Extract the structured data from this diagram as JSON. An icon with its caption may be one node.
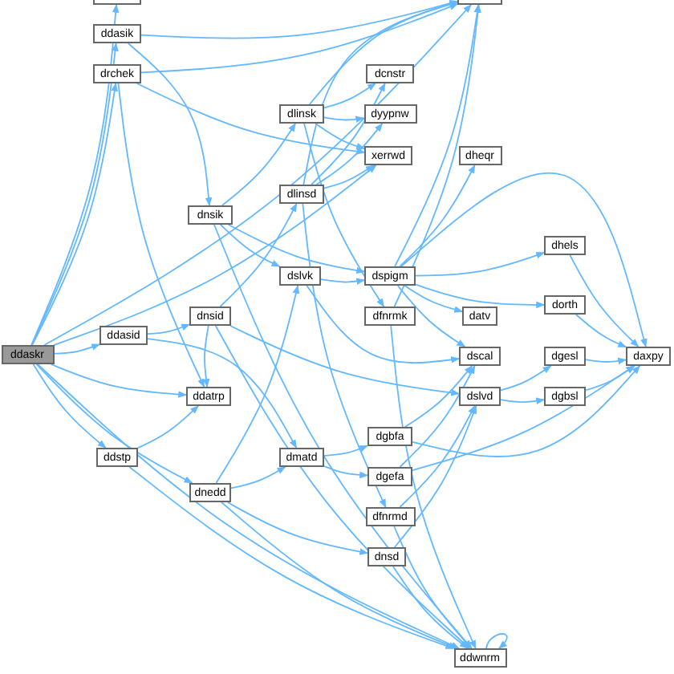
{
  "diagram": {
    "nodes": [
      {
        "text": [
          "ddaskr"
        ]
      },
      {
        "text": [],
        "shape": "box"
      },
      {
        "text": [],
        "shape": "box"
      },
      {
        "text": [
          "ddasik"
        ]
      },
      {
        "text": [
          "drchek"
        ]
      },
      {
        "text": [
          "dnsik"
        ]
      },
      {
        "text": [
          "dlinsk"
        ]
      },
      {
        "text": [
          "dlinsd"
        ]
      },
      {
        "text": [
          "dcnstr"
        ]
      },
      {
        "text": [
          "dyypnw"
        ]
      },
      {
        "text": [
          "xerrwd"
        ]
      },
      {
        "text": [
          "dheqr"
        ]
      },
      {
        "text": [
          "dslvk"
        ]
      },
      {
        "text": [
          "dspigm"
        ]
      },
      {
        "text": [
          "dhels"
        ]
      },
      {
        "text": [
          "dorth"
        ]
      },
      {
        "text": [
          "dfnrmk"
        ]
      },
      {
        "text": [
          "datv"
        ]
      },
      {
        "text": [
          "dscal"
        ]
      },
      {
        "text": [
          "dslvd"
        ]
      },
      {
        "text": [
          "dgesl"
        ]
      },
      {
        "text": [
          "dgbsl"
        ]
      },
      {
        "text": [
          "daxpy"
        ]
      },
      {
        "text": [
          "ddasid"
        ]
      },
      {
        "text": [
          "dnsid"
        ]
      },
      {
        "text": [
          "ddatrp"
        ]
      },
      {
        "text": [
          "ddstp"
        ]
      },
      {
        "text": [
          "dmatd"
        ]
      },
      {
        "text": [
          "dnedd"
        ]
      },
      {
        "text": [
          "dgbfa"
        ]
      },
      {
        "text": [
          "dgefa"
        ]
      },
      {
        "text": [
          "dfnrmd"
        ]
      },
      {
        "text": [
          "dnsd"
        ]
      },
      {
        "text": [
          "ddwnrm"
        ]
      }
    ],
    "edges": [
      {
        "from": 0,
        "to": 1,
        "arrow": "to"
      },
      {
        "from": 0,
        "to": 3,
        "arrow": "to"
      },
      {
        "from": 0,
        "to": 4,
        "arrow": "to"
      },
      {
        "from": 0,
        "to": 2,
        "arrow": "to"
      },
      {
        "from": 0,
        "to": 10,
        "arrow": "to"
      },
      {
        "from": 0,
        "to": 23,
        "arrow": "to"
      },
      {
        "from": 0,
        "to": 25,
        "arrow": "to"
      },
      {
        "from": 0,
        "to": 26,
        "arrow": "to"
      },
      {
        "from": 0,
        "to": 28,
        "arrow": "to"
      },
      {
        "from": 0,
        "to": 33,
        "arrow": "to"
      },
      {
        "from": 3,
        "to": 5,
        "arrow": "to"
      },
      {
        "from": 3,
        "to": 2,
        "arrow": "to"
      },
      {
        "from": 4,
        "to": 25,
        "arrow": "to"
      },
      {
        "from": 4,
        "to": 2,
        "arrow": "to"
      },
      {
        "from": 4,
        "to": 10,
        "arrow": "to"
      },
      {
        "from": 5,
        "to": 6,
        "arrow": "to"
      },
      {
        "from": 5,
        "to": 12,
        "arrow": "to"
      },
      {
        "from": 5,
        "to": 13,
        "arrow": "to"
      },
      {
        "from": 5,
        "to": 33,
        "arrow": "to"
      },
      {
        "from": 6,
        "to": 8,
        "arrow": "to"
      },
      {
        "from": 6,
        "to": 9,
        "arrow": "to"
      },
      {
        "from": 6,
        "to": 10,
        "arrow": "to"
      },
      {
        "from": 6,
        "to": 16,
        "arrow": "to"
      },
      {
        "from": 6,
        "to": 2,
        "arrow": "to"
      },
      {
        "from": 7,
        "to": 8,
        "arrow": "to"
      },
      {
        "from": 7,
        "to": 9,
        "arrow": "to"
      },
      {
        "from": 7,
        "to": 10,
        "arrow": "to"
      },
      {
        "from": 7,
        "to": 31,
        "arrow": "to"
      },
      {
        "from": 7,
        "to": 2,
        "arrow": "to"
      },
      {
        "from": 23,
        "to": 24,
        "arrow": "to"
      },
      {
        "from": 23,
        "to": 27,
        "arrow": "to"
      },
      {
        "from": 24,
        "to": 7,
        "arrow": "to"
      },
      {
        "from": 24,
        "to": 25,
        "arrow": "to"
      },
      {
        "from": 24,
        "to": 19,
        "arrow": "to"
      },
      {
        "from": 24,
        "to": 33,
        "arrow": "to"
      },
      {
        "from": 12,
        "to": 13,
        "arrow": "to"
      },
      {
        "from": 12,
        "to": 18,
        "arrow": "to"
      },
      {
        "from": 13,
        "to": 11,
        "arrow": "to"
      },
      {
        "from": 13,
        "to": 14,
        "arrow": "to"
      },
      {
        "from": 13,
        "to": 15,
        "arrow": "to"
      },
      {
        "from": 13,
        "to": 17,
        "arrow": "to"
      },
      {
        "from": 13,
        "to": 18,
        "arrow": "to"
      },
      {
        "from": 13,
        "to": 2,
        "arrow": "to"
      },
      {
        "from": 13,
        "to": 22,
        "arrow": "to"
      },
      {
        "from": 14,
        "to": 22,
        "arrow": "to"
      },
      {
        "from": 15,
        "to": 22,
        "arrow": "to"
      },
      {
        "from": 16,
        "to": 2,
        "arrow": "to"
      },
      {
        "from": 16,
        "to": 33,
        "arrow": "to"
      },
      {
        "from": 19,
        "to": 20,
        "arrow": "to"
      },
      {
        "from": 19,
        "to": 21,
        "arrow": "to"
      },
      {
        "from": 20,
        "to": 22,
        "arrow": "to"
      },
      {
        "from": 21,
        "to": 22,
        "arrow": "to"
      },
      {
        "from": 26,
        "to": 25,
        "arrow": "to"
      },
      {
        "from": 26,
        "to": 33,
        "arrow": "to"
      },
      {
        "from": 27,
        "to": 29,
        "arrow": "to"
      },
      {
        "from": 27,
        "to": 30,
        "arrow": "to"
      },
      {
        "from": 28,
        "to": 27,
        "arrow": "to"
      },
      {
        "from": 28,
        "to": 12,
        "arrow": "to"
      },
      {
        "from": 28,
        "to": 32,
        "arrow": "to"
      },
      {
        "from": 28,
        "to": 33,
        "arrow": "to"
      },
      {
        "from": 29,
        "to": 18,
        "arrow": "to"
      },
      {
        "from": 29,
        "to": 22,
        "arrow": "to"
      },
      {
        "from": 30,
        "to": 18,
        "arrow": "to"
      },
      {
        "from": 30,
        "to": 22,
        "arrow": "to"
      },
      {
        "from": 31,
        "to": 19,
        "arrow": "to"
      },
      {
        "from": 31,
        "to": 33,
        "arrow": "to"
      },
      {
        "from": 32,
        "to": 19,
        "arrow": "to"
      },
      {
        "from": 32,
        "to": 33,
        "arrow": "to"
      },
      {
        "from": 33,
        "to": 33,
        "arrow": "to"
      }
    ]
  }
}
